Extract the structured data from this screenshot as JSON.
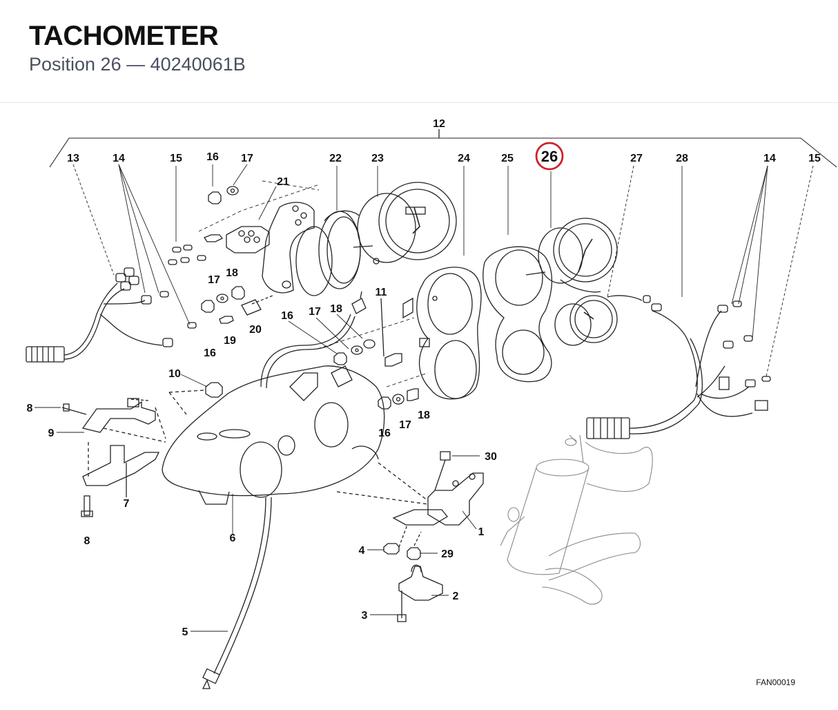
{
  "header": {
    "title": "TACHOMETER",
    "subtitle": "Position 26 — 40240061B"
  },
  "highlight": {
    "label": "26",
    "color": "#d0202a"
  },
  "callouts": {
    "c12": "12",
    "c13": "13",
    "c14a": "14",
    "c15a": "15",
    "c16a": "16",
    "c17a": "17",
    "c21": "21",
    "c22": "22",
    "c23": "23",
    "c24": "24",
    "c25": "25",
    "c27": "27",
    "c28": "28",
    "c14b": "14",
    "c15b": "15",
    "c18a": "18",
    "c17b": "17",
    "c16b": "16",
    "c19": "19",
    "c20": "20",
    "c16c": "16",
    "c17c": "17",
    "c18b": "18",
    "c11": "11",
    "c10": "10",
    "c8a": "8",
    "c9": "9",
    "c7": "7",
    "c8b": "8",
    "c6": "6",
    "c16d": "16",
    "c17d": "17",
    "c18c": "18",
    "c30": "30",
    "c1": "1",
    "c4": "4",
    "c29": "29",
    "c2": "2",
    "c3": "3",
    "c5": "5"
  },
  "figure_code": "FAN00019"
}
